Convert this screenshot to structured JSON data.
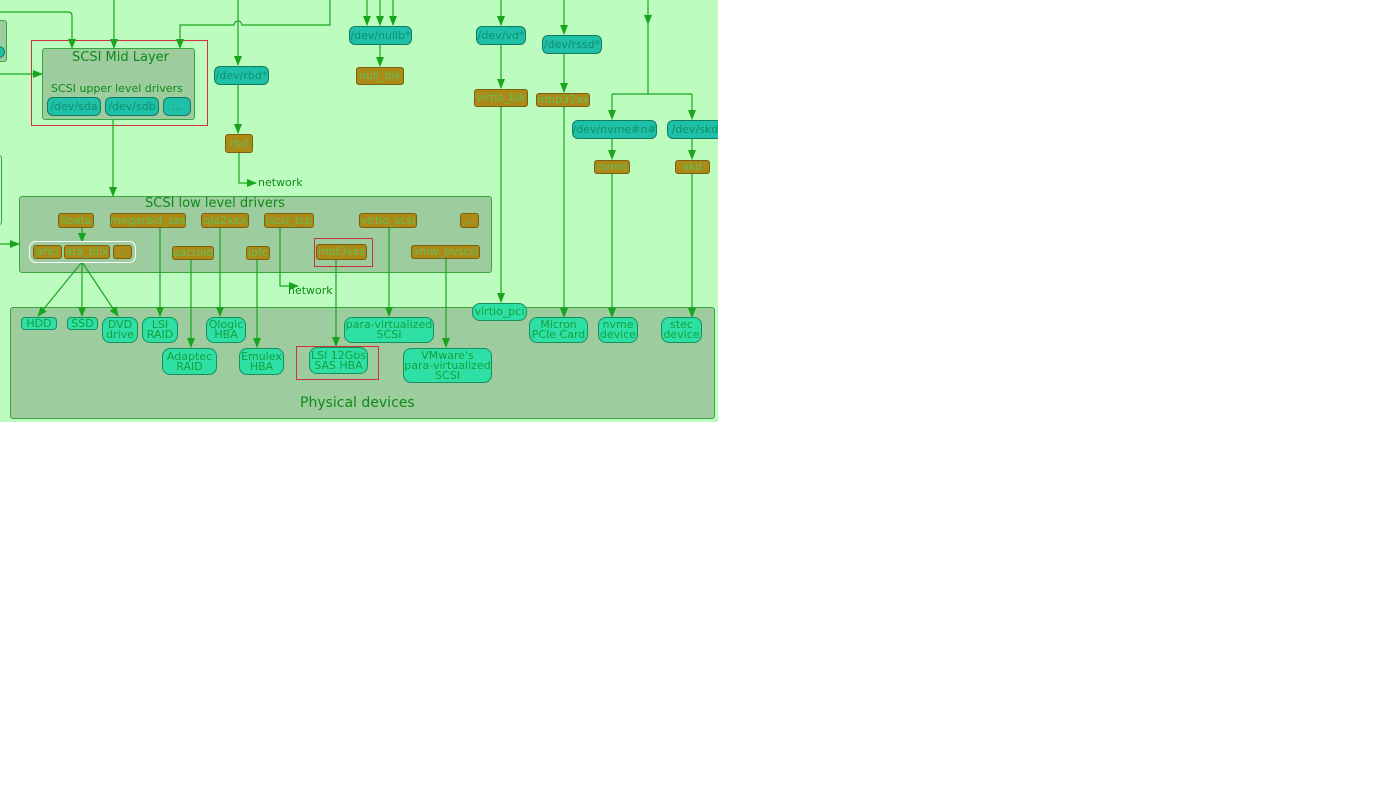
{
  "groups": {
    "scsi_mid": "SCSI Mid Layer",
    "scsi_upper": "SCSI upper level drivers",
    "scsi_low": "SCSI low level drivers",
    "physical": "Physical devices"
  },
  "nodes": {
    "dev_sda": "/dev/sda",
    "dev_sdb": "/dev/sdb",
    "dots_upper": "...",
    "dev_rbd": "/dev/rbd*",
    "rbd": "rbd",
    "network1": "network",
    "dev_nullb": "/dev/nullb*",
    "null_blk": "null_blk",
    "dev_vd": "/dev/vd*",
    "virtio_blk": "virtio_blk",
    "dev_rssd": "/dev/rssd*",
    "mtip32xx": "mtip32xx",
    "dev_nvme": "/dev/nvme#n#",
    "dev_skd": "/dev/skd",
    "nvme": "nvme",
    "skd": "skd",
    "libata": "libata",
    "megaraid": "megaraid_sas",
    "qla2xxx": "qla2xxx",
    "iscsi_tcp": "iscsi_tcp",
    "virtio_scsi": "virtio_scsi",
    "dots_low": "...",
    "ahci": "ahci",
    "ata_piix": "ata_piix",
    "dots_ata": "...",
    "aacraid": "aacraid",
    "lpfc": "lpfc",
    "mpt3sas": "mpt3sas",
    "vmw_pvscsi": "vmw_pvscsi",
    "network2": "network",
    "virtio_pci": "virtio_pci",
    "hdd": "HDD",
    "ssd": "SSD",
    "dvd": "DVD\ndrive",
    "lsi_raid": "LSI\nRAID",
    "qlogic": "Qlogic\nHBA",
    "paravirt": "para-virtualized\nSCSI",
    "micron": "Micron\nPCIe Card",
    "nvme_dev": "nvme\ndevice",
    "stec": "stec\ndevice",
    "adaptec": "Adaptec\nRAID",
    "emulex": "Emulex\nHBA",
    "lsi12": "LSI 12Gbs\nSAS HBA",
    "vmware": "VMware's\npara-virtualized\nSCSI"
  },
  "colors": {
    "background": "#bdfcbf",
    "group_fill": "#9dcc9e",
    "wire": "#1aa51f",
    "teal_node": "#1fc0a8",
    "brown_node": "#ab8a16",
    "device_node": "#2fe0a6",
    "highlight_box": "#d0323a"
  }
}
